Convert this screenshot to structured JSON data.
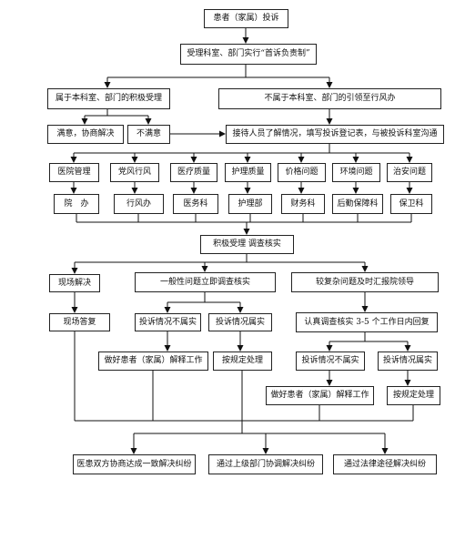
{
  "nodes": {
    "complaint": "患者（家属）投诉",
    "first_responsibility": "受理科室、部门实行“首诉负责制”",
    "own_dept": "属于本科室、部门的积极受理",
    "other_dept": "不属于本科室、部门的引领至行风办",
    "satisfied": "满意，协商解决",
    "unsatisfied": "不满意",
    "reception": "接待人员了解情况，填写投诉登记表，与被投诉科室沟通",
    "categories": [
      "医院管理",
      "党风行风",
      "医疗质量",
      "护理质量",
      "价格问题",
      "环境问题",
      "治安问题"
    ],
    "departments": [
      "院　办",
      "行风办",
      "医务科",
      "护理部",
      "财务科",
      "后勤保障科",
      "保卫科"
    ],
    "investigate": "积极受理  调查核实",
    "onsite": "现场解决",
    "general": "一般性问题立即调查核实",
    "complex": "较复杂问题及时汇报院领导",
    "onsite_reply": "现场答复",
    "gen_not_true": "投诉情况不属实",
    "gen_true": "投诉情况属实",
    "verify_days": "认真调查核实 3-5 个工作日内回复",
    "gen_explain": "做好患者（家属）解释工作",
    "gen_handle": "按规定处理",
    "cx_not_true": "投诉情况不属实",
    "cx_true": "投诉情况属实",
    "cx_explain": "做好患者（家属）解释工作",
    "cx_handle": "按规定处理",
    "final_1": "医患双方协商达成一致解决纠纷",
    "final_2": "通过上级部门协调解决纠纷",
    "final_3": "通过法律途径解决纠纷"
  },
  "colors": {
    "line": "#111111",
    "border": "#222222",
    "text": "#111111"
  }
}
